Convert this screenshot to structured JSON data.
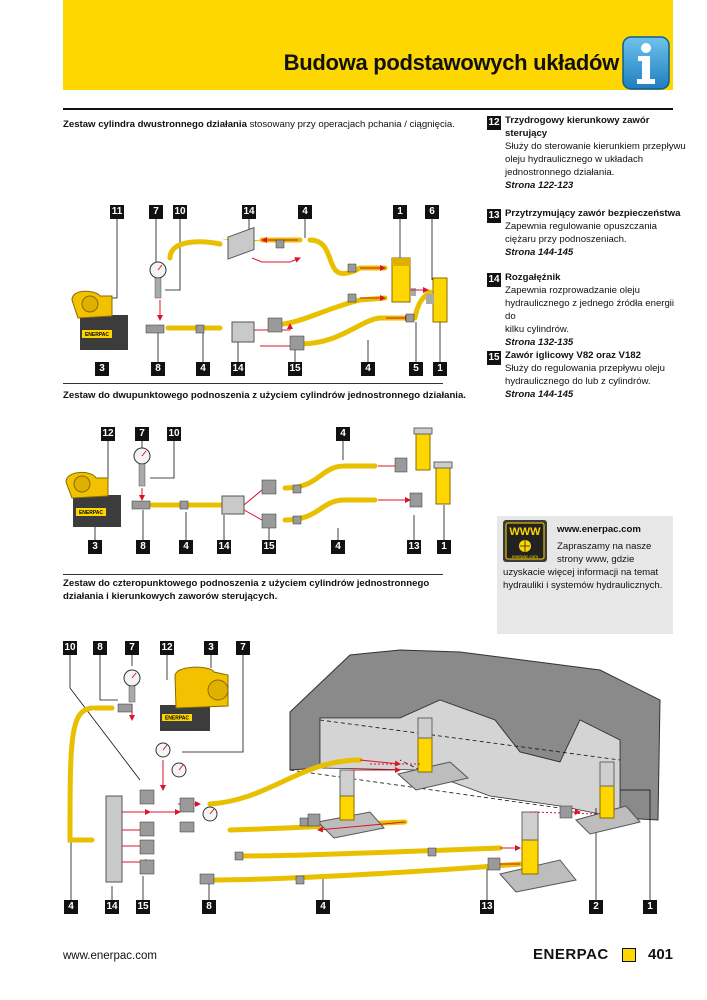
{
  "header": {
    "title": "Budowa podstawowych układów",
    "accent_color": "#ffd700",
    "icon": "info-icon"
  },
  "sections": [
    {
      "bold": "Zestaw cylindra dwustronnego działania",
      "text": " stosowany przy operacjach pchania / ciągnięcia."
    },
    {
      "bold": "Zestaw do dwupunktowego podnoszenia z użyciem cylindrów jednostronnego działania.",
      "text": ""
    },
    {
      "bold": "Zestaw do czteropunktowego podnoszenia z użyciem cylindrów jednostronnego działania i kierunkowych zaworów sterujących.",
      "text": ""
    }
  ],
  "diagram1": {
    "top_tags": [
      "11",
      "7",
      "10",
      "14",
      "4",
      "1",
      "6"
    ],
    "bottom_tags": [
      "3",
      "8",
      "4",
      "14",
      "15",
      "4",
      "5",
      "1"
    ],
    "pump_label": "ENERPAC"
  },
  "diagram2": {
    "top_tags": [
      "12",
      "7",
      "10",
      "4"
    ],
    "bottom_tags": [
      "3",
      "8",
      "4",
      "14",
      "15",
      "4",
      "13",
      "1"
    ],
    "pump_label": "ENERPAC"
  },
  "diagram3": {
    "top_tags": [
      "10",
      "8",
      "7",
      "12",
      "3",
      "7"
    ],
    "bottom_tags": [
      "4",
      "14",
      "15",
      "8",
      "4",
      "13",
      "2",
      "1"
    ],
    "pump_label": "ENERPAC"
  },
  "components": [
    {
      "num": "12",
      "title": "Trzydrogowy kierunkowy zawór sterujący",
      "lines": [
        "Służy do sterowanie kierunkiem przepływu",
        "oleju hydraulicznego w układach",
        "jednostronnego działania."
      ],
      "page": "Strona 122-123"
    },
    {
      "num": "13",
      "title": "Przytrzymujący zawór bezpieczeństwa",
      "lines": [
        "Zapewnia regulowanie opuszczania",
        "ciężaru przy podnoszeniach."
      ],
      "page": "Strona 144-145"
    },
    {
      "num": "14",
      "title": "Rozgałęźnik",
      "lines": [
        "Zapewnia rozprowadzanie oleju",
        "hydraulicznego z jednego źródła energii do",
        "kilku cylindrów."
      ],
      "page": "Strona 132-135"
    },
    {
      "num": "15",
      "title": "Zawór iglicowy V82 oraz V182",
      "lines": [
        "Służy do regulowania przepływu oleju",
        "hydraulicznego do lub z cylindrów."
      ],
      "page": "Strona 144-145"
    }
  ],
  "web": {
    "icon_text": "WWW",
    "icon_sub": "enerpac.com",
    "url": "www.enerpac.com",
    "lines": [
      "Zapraszamy na nasze",
      "strony www, gdzie",
      "uzyskacie więcej informacji na temat",
      "hydrauliki i systemów hydraulicznych."
    ]
  },
  "footer": {
    "url": "www.enerpac.com",
    "brand": "ENERPAC",
    "page": "401"
  }
}
